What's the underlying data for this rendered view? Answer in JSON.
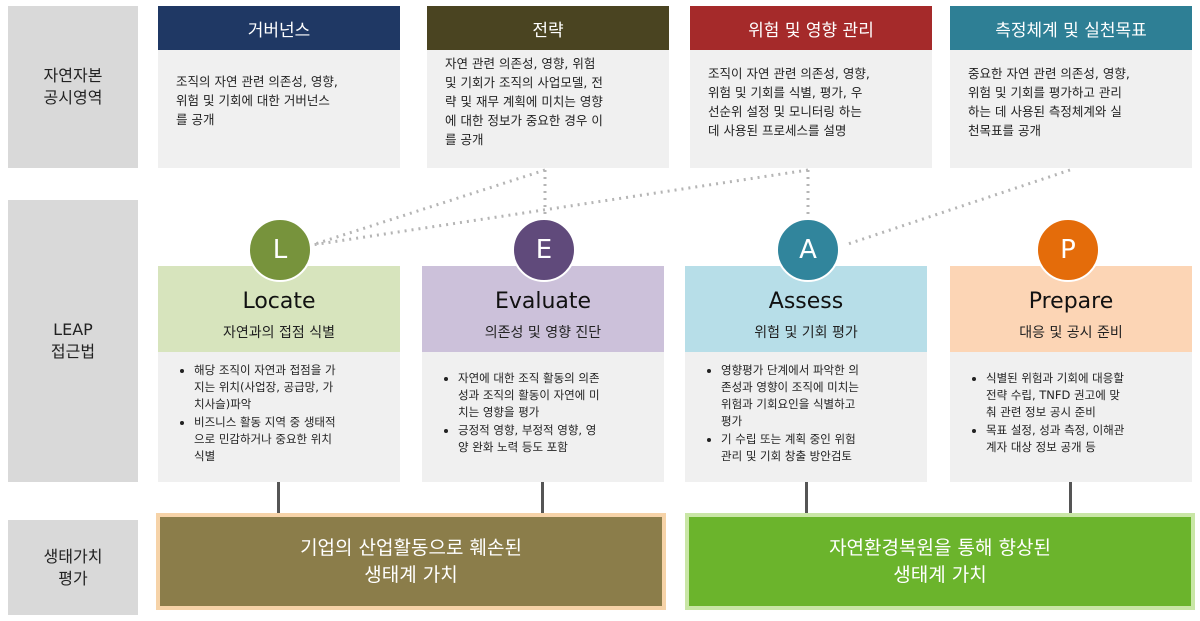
{
  "row_labels": {
    "disclosure": "자연자본\n공시영역",
    "leap": "LEAP\n접근법",
    "valuation": "생태가치\n평가"
  },
  "disclosure": [
    {
      "title": "거버넌스",
      "color": "#1f3864",
      "text": "조직의 자연 관련 의존성, 영향,\n위험 및 기회에 대한 거버넌스\n를 공개"
    },
    {
      "title": "전략",
      "color": "#4a4421",
      "text": "자연 관련 의존성, 영향, 위험\n및 기회가 조직의 사업모델, 전\n략 및 재무 계획에 미치는 영향\n에 대한 정보가 중요한 경우 이\n를 공개"
    },
    {
      "title": "위험 및 영향 관리",
      "color": "#a52a2a",
      "text": "조직이 자연 관련 의존성, 영향,\n위험 및 기회를 식별, 평가, 우\n선순위 설정 및 모니터링 하는\n데 사용된 프로세스를 설명"
    },
    {
      "title": "측정체계 및 실천목표",
      "color": "#2e7f95",
      "text": "중요한 자연 관련 의존성, 영향,\n위험 및 기회를 평가하고 관리\n하는 데 사용된 측정체계와 실\n천목표를 공개"
    }
  ],
  "leap": [
    {
      "letter": "L",
      "title": "Locate",
      "subtitle": "자연과의 접점 식별",
      "circle_color": "#77933c",
      "box_color": "#d7e4bd",
      "bullets": [
        "해당 조직이 자연과 접점을 가\n지는 위치(사업장, 공급망, 가\n치사슬)파악",
        "비즈니스 활동 지역 중 생태적\n으로 민감하거나 중요한 위치\n식별"
      ]
    },
    {
      "letter": "E",
      "title": "Evaluate",
      "subtitle": "의존성 및 영향 진단",
      "circle_color": "#604a7b",
      "box_color": "#ccc1da",
      "bullets": [
        "자연에 대한 조직 활동의 의존\n성과 조직의 활동이 자연에 미\n치는 영향을 평가",
        "긍정적 영향, 부정적 영향, 영\n양 완화 노력 등도 포함"
      ]
    },
    {
      "letter": "A",
      "title": "Assess",
      "subtitle": "위험 및 기회 평가",
      "circle_color": "#31859c",
      "box_color": "#b7dee8",
      "bullets": [
        "영향평가 단계에서 파악한 의\n존성과 영향이 조직에 미치는\n위험과 기회요인을 식별하고\n평가",
        "기 수립 또는 계획 중인 위험\n관리 및 기회 창출 방안검토"
      ]
    },
    {
      "letter": "P",
      "title": "Prepare",
      "subtitle": "대응 및 공시 준비",
      "circle_color": "#e46c0a",
      "box_color": "#fcd5b5",
      "bullets": [
        "식별된 위험과 기회에 대응할\n전략 수립, TNFD 권고에 맞\n춰 관련 정보 공시 준비",
        "목표 설정, 성과 측정, 이해관\n계자 대상 정보 공개 등"
      ]
    }
  ],
  "valuation": [
    {
      "text": "기업의 산업활동으로 훼손된\n생태계 가치",
      "color": "#8b7d4a",
      "border": "#f6d3a8"
    },
    {
      "text": "자연환경복원을 통해 향상된\n생태계 가치",
      "color": "#6bb42c",
      "border": "#c9e6a6"
    }
  ]
}
